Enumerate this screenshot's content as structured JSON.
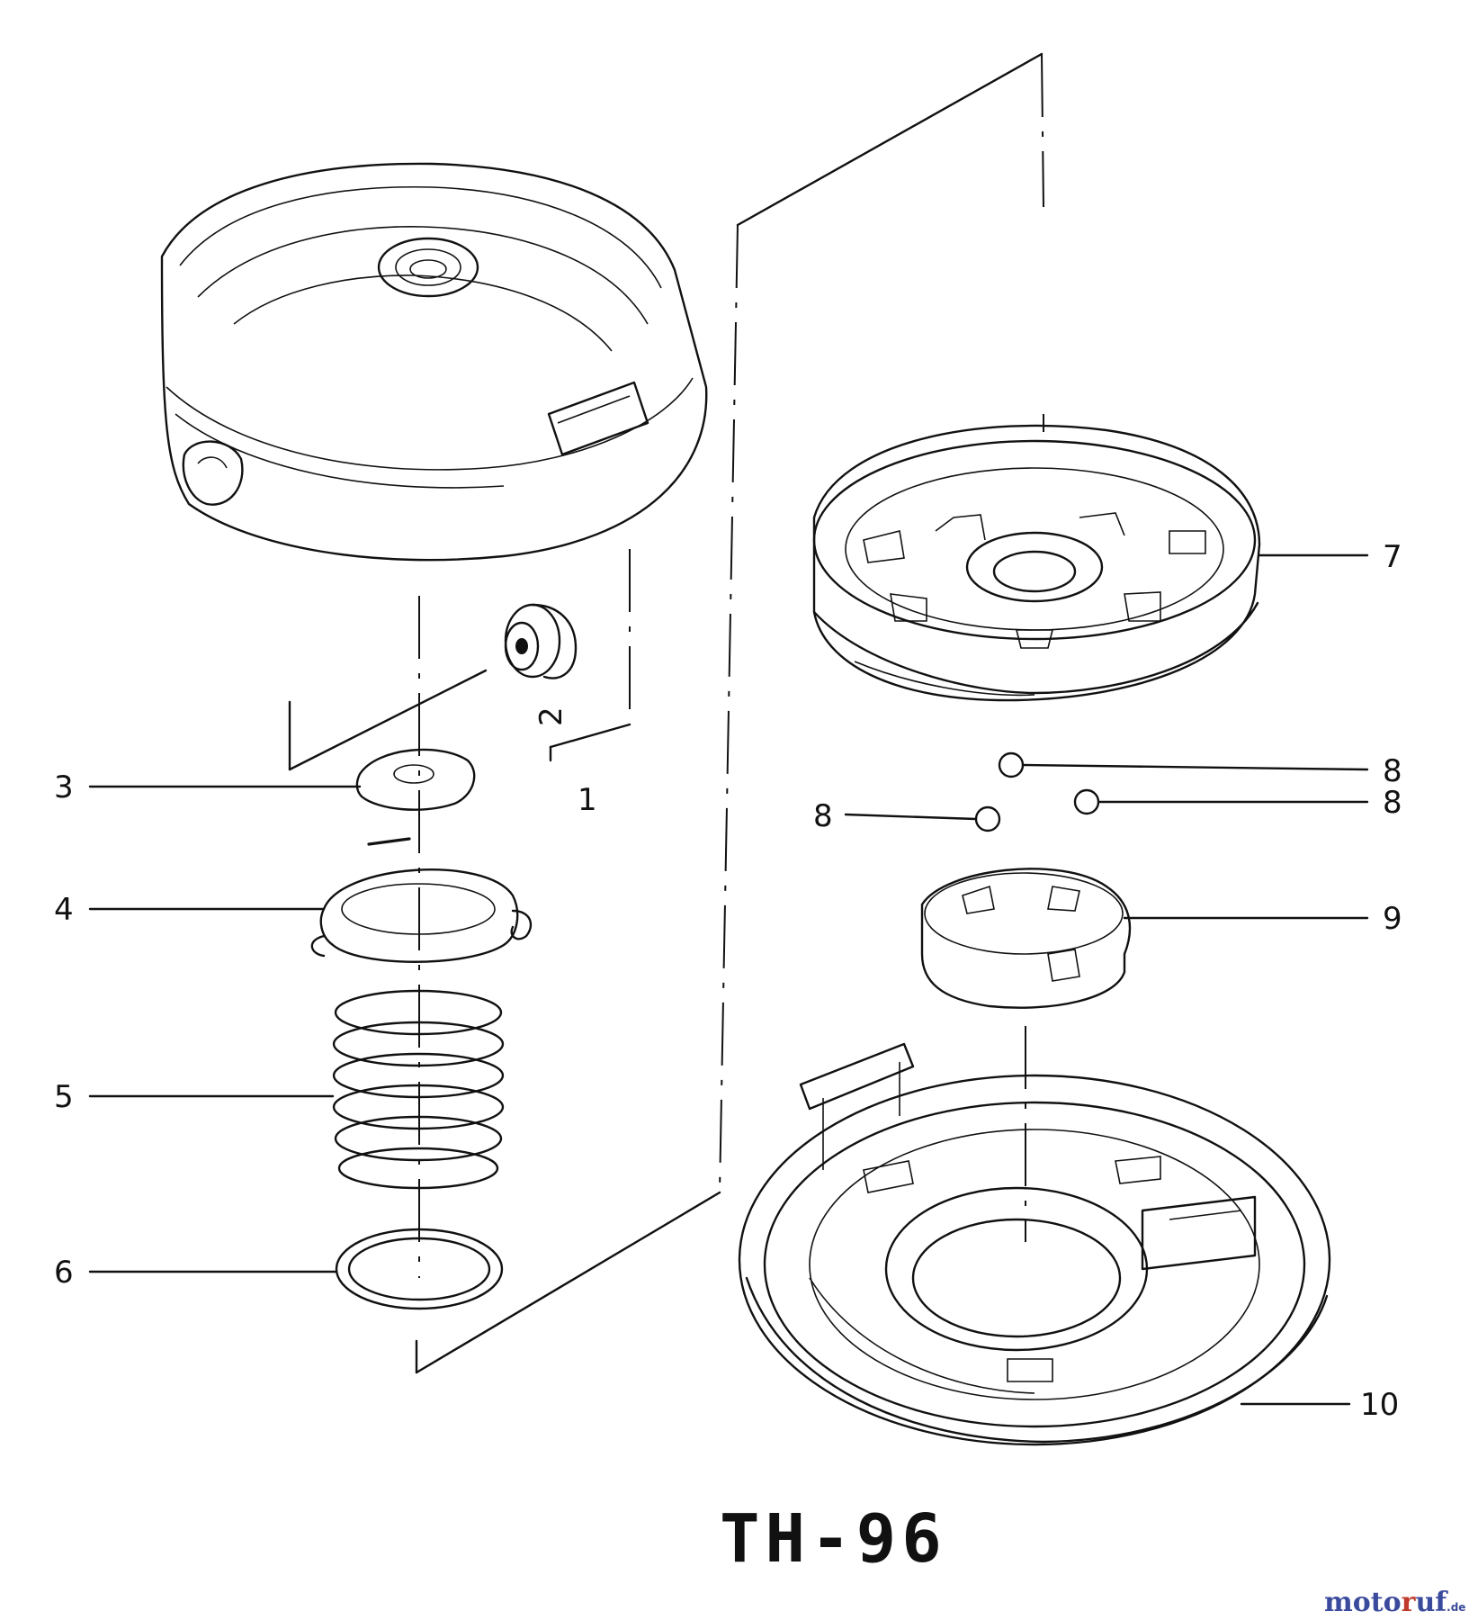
{
  "diagram_label": "TH-96",
  "callouts": [
    {
      "id": "1",
      "text": "1"
    },
    {
      "id": "2",
      "text": "2"
    },
    {
      "id": "3",
      "text": "3"
    },
    {
      "id": "4",
      "text": "4"
    },
    {
      "id": "5",
      "text": "5"
    },
    {
      "id": "6",
      "text": "6"
    },
    {
      "id": "7",
      "text": "7"
    },
    {
      "id": "8a",
      "text": "8"
    },
    {
      "id": "8b",
      "text": "8"
    },
    {
      "id": "8c",
      "text": "8"
    },
    {
      "id": "9",
      "text": "9"
    },
    {
      "id": "10",
      "text": "10"
    }
  ],
  "watermark": {
    "brand": "motoruf",
    "suffix": ".de",
    "brand_color": "#3a4a9c",
    "accent_color": "#c0392b"
  },
  "line_color": "#111111"
}
